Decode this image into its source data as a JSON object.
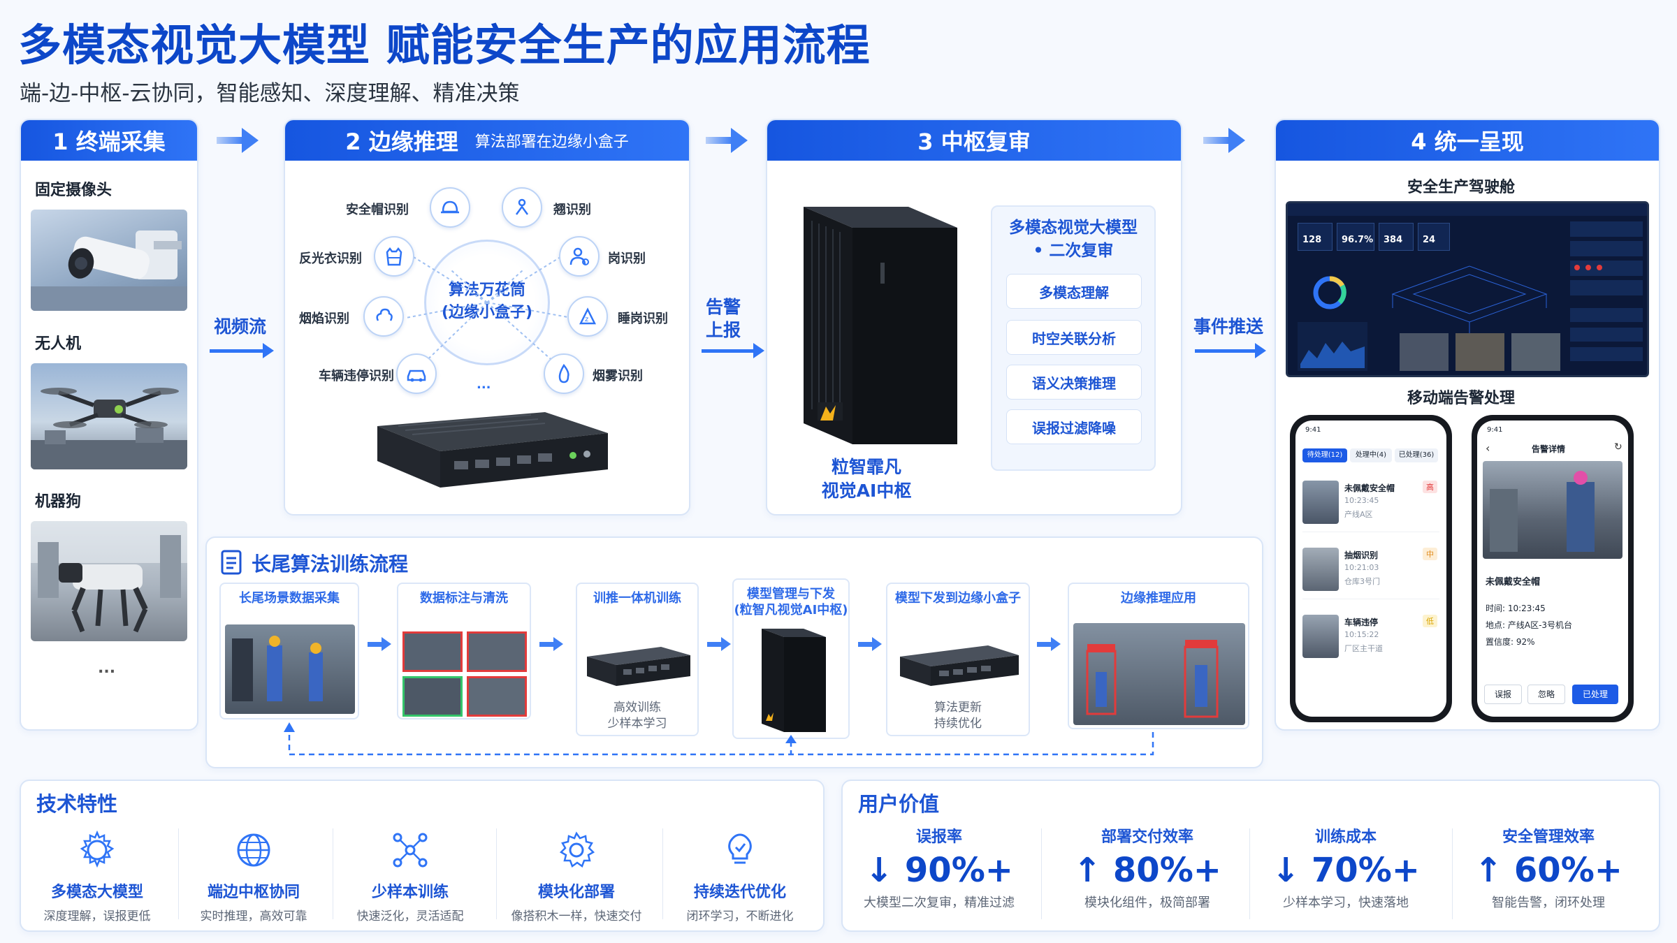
{
  "title": "多模态视觉大模型 赋能安全生产的应用流程",
  "subtitle": "端-边-中枢-云协同，智能感知、深度理解、精准决策",
  "stage1": {
    "title": "1  终端采集",
    "items": [
      "固定摄像头",
      "无人机",
      "机器狗"
    ],
    "more": "..."
  },
  "stage2": {
    "title": "2  边缘推理",
    "note": "算法部署在边缘小盒子",
    "center": [
      "算法万花筒",
      "(边缘小盒子)"
    ],
    "algorithms": [
      "安全帽识别",
      "翘识别",
      "反光衣识别",
      "岗识别",
      "烟焰识别",
      "睡岗识别",
      "车辆违停识别",
      "烟雾识别"
    ],
    "more": "..."
  },
  "stage3": {
    "title": "3  中枢复审",
    "device_name": [
      "粒智霏凡",
      "视觉AI中枢"
    ],
    "review_title": [
      "多模态视觉大模型",
      "• 二次复审"
    ],
    "review_items": [
      "多模态理解",
      "时空关联分析",
      "语义决策推理",
      "误报过滤降噪"
    ]
  },
  "stage4": {
    "title": "4  统一呈现",
    "cockpit_title": "安全生产驾驶舱",
    "cockpit_numbers": [
      "128",
      "96.7%",
      "384",
      "24"
    ],
    "mobile_title": "移动端告警处理",
    "phone1": {
      "time": "9:41",
      "tabs": [
        "待处理(12)",
        "处理中(4)",
        "已处理(36)"
      ],
      "alerts": [
        {
          "name": "未佩戴安全帽",
          "time": "10:23:45",
          "place": "产线A区",
          "level": "高"
        },
        {
          "name": "抽烟识别",
          "time": "10:21:03",
          "place": "仓库3号门",
          "level": "中"
        },
        {
          "name": "车辆违停",
          "time": "10:15:22",
          "place": "厂区主干道",
          "level": "低"
        }
      ]
    },
    "phone2": {
      "time": "9:41",
      "header": "告警详情",
      "name": "未佩戴安全帽",
      "time_row": "时间:   10:23:45",
      "place_row": "地点:   产线A区-3号机台",
      "conf_row": "置信度:   92%",
      "buttons": [
        "误报",
        "忽略",
        "已处理"
      ]
    }
  },
  "flow_labels": {
    "video": "视频流",
    "alarm": [
      "告警",
      "上报"
    ],
    "event": "事件推送"
  },
  "training": {
    "title": "长尾算法训练流程",
    "steps": [
      {
        "title": [
          "长尾场景数据采集"
        ],
        "desc": []
      },
      {
        "title": [
          "数据标注与清洗"
        ],
        "desc": []
      },
      {
        "title": [
          "训推一体机训练"
        ],
        "desc": [
          "高效训练",
          "少样本学习"
        ]
      },
      {
        "title": [
          "模型管理与下发",
          "(粒智凡视觉AI中枢)"
        ],
        "desc": []
      },
      {
        "title": [
          "模型下发到边缘小盒子"
        ],
        "desc": [
          "算法更新",
          "持续优化"
        ]
      },
      {
        "title": [
          "边缘推理应用"
        ],
        "desc": []
      }
    ]
  },
  "tech": {
    "title": "技术特性",
    "items": [
      {
        "icon": "gear-brain-icon",
        "name": "多模态大模型",
        "desc": "深度理解，误报更低"
      },
      {
        "icon": "globe-icon",
        "name": "端边中枢协同",
        "desc": "实时推理，高效可靠"
      },
      {
        "icon": "network-icon",
        "name": "少样本训练",
        "desc": "快速泛化，灵活适配"
      },
      {
        "icon": "gear-icon",
        "name": "模块化部署",
        "desc": "像搭积木一样，快速交付"
      },
      {
        "icon": "bulb-icon",
        "name": "持续迭代优化",
        "desc": "闭环学习，不断进化"
      }
    ]
  },
  "value": {
    "title": "用户价值",
    "items": [
      {
        "name": "误报率",
        "num": "↓ 90%+",
        "desc": "大模型二次复审，精准过滤"
      },
      {
        "name": "部署交付效率",
        "num": "↑ 80%+",
        "desc": "模块化组件，极简部署"
      },
      {
        "name": "训练成本",
        "num": "↓ 70%+",
        "desc": "少样本学习，快速落地"
      },
      {
        "name": "安全管理效率",
        "num": "↑ 60%+",
        "desc": "智能告警，闭环处理"
      }
    ]
  },
  "colors": {
    "primary": "#1656e0",
    "title": "#0d47c9",
    "accent": "#2f74f6",
    "red": "#e23b3b",
    "orange": "#f0a030"
  }
}
